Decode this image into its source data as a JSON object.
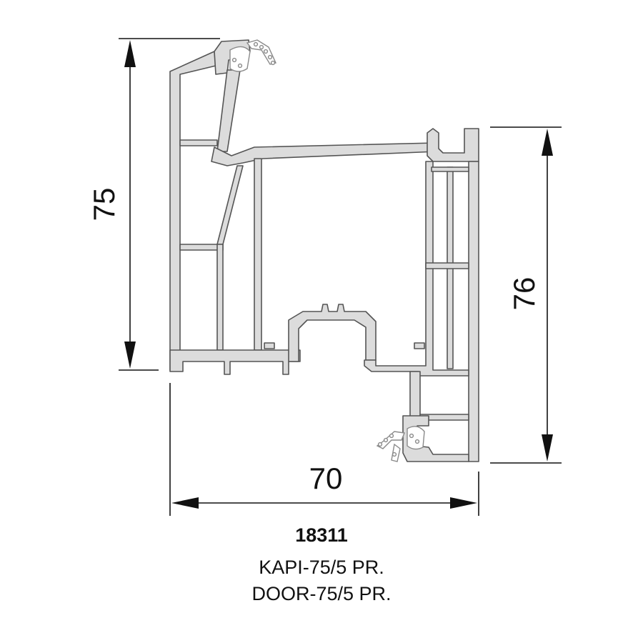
{
  "dimensions": {
    "height_left": "75",
    "height_right": "76",
    "width_bottom": "70"
  },
  "caption": {
    "code": "18311",
    "name_tr": "KAPI-75/5 PR.",
    "name_en": "DOOR-75/5 PR."
  },
  "colors": {
    "profile_fill": "#dcdcdc",
    "profile_stroke": "#555555",
    "dimension_line": "#111111",
    "gasket": "#8a8a8a"
  }
}
